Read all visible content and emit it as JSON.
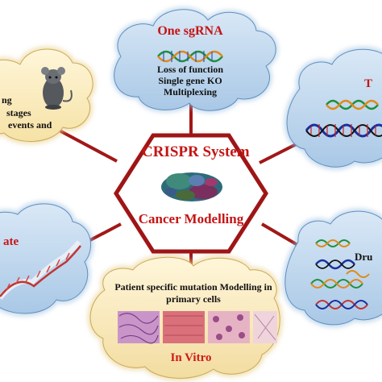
{
  "center": {
    "title": "CRISPR System",
    "subtitle": "Cancer Modelling"
  },
  "top_cloud": {
    "title": "One sgRNA",
    "lines": [
      "Loss of function",
      "Single gene KO",
      "Multiplexing"
    ]
  },
  "left_top_cloud": {
    "lines": [
      "ng",
      "stages",
      "events and"
    ]
  },
  "right_top_cloud": {
    "title": "T"
  },
  "left_bottom_cloud": {
    "title": "ate"
  },
  "right_bottom_cloud": {
    "title": "Dru"
  },
  "bottom_cloud": {
    "lines": [
      "Patient specific mutation Modelling in",
      "primary cells"
    ],
    "label": "In Vitro"
  },
  "colors": {
    "connector": "#a01818",
    "hexagon_fill": "#ffffff",
    "cloud_blue": "#bcd6ee",
    "cloud_cream": "#fbeec4",
    "cloud_outline": "#2f5d8f",
    "title_red": "#c41515",
    "label_red": "#d01a1a"
  },
  "icons": [
    "mouse-icon",
    "protein-complex-icon",
    "dna-helix-icon",
    "tissue-image-icon"
  ]
}
